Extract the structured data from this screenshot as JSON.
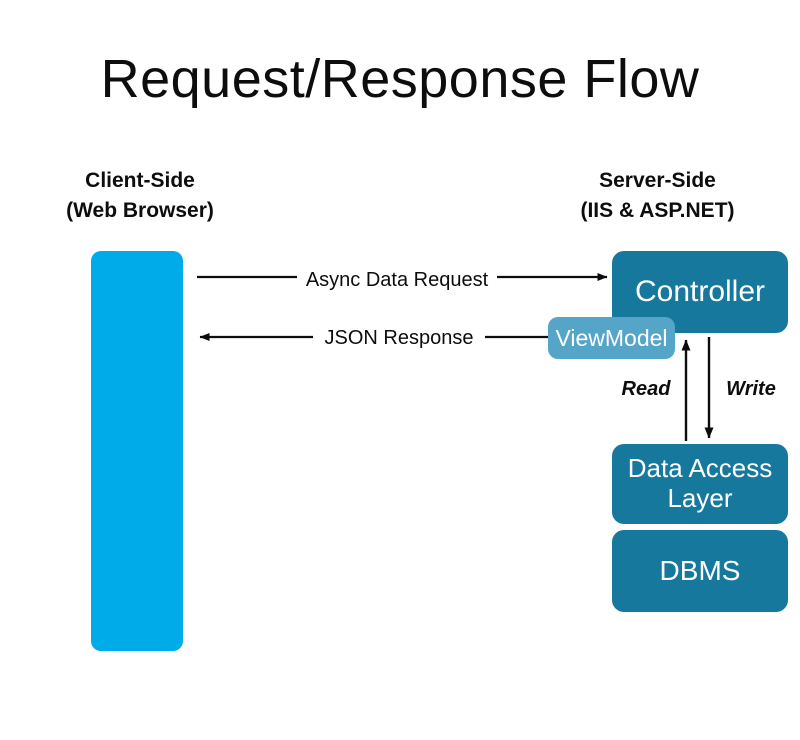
{
  "title": "Request/Response Flow",
  "columns": {
    "client": {
      "line1": "Client-Side",
      "line2": "(Web Browser)",
      "bar_name": "web-browser-lifeline",
      "bar_color": "#00ABE9"
    },
    "server": {
      "line1": "Server-Side",
      "line2": "(IIS & ASP.NET)"
    }
  },
  "boxes": {
    "controller": {
      "label": "Controller",
      "color": "#17789E"
    },
    "data_access_layer": {
      "label": "Data Access Layer",
      "color": "#17789E"
    },
    "dbms": {
      "label": "DBMS",
      "color": "#17789E"
    },
    "viewmodel": {
      "label": "ViewModel",
      "color": "#55A5C9"
    }
  },
  "flows": {
    "request": {
      "label": "Async Data Request",
      "direction": "right"
    },
    "response": {
      "label": "JSON Response",
      "direction": "left"
    },
    "read": {
      "label": "Read",
      "direction": "up"
    },
    "write": {
      "label": "Write",
      "direction": "down"
    }
  },
  "colors": {
    "background": "#ffffff",
    "client_blue": "#00ABE9",
    "server_teal": "#17789E",
    "viewmodel_blue": "#55A5C9",
    "ink": "#0d0d0d"
  }
}
